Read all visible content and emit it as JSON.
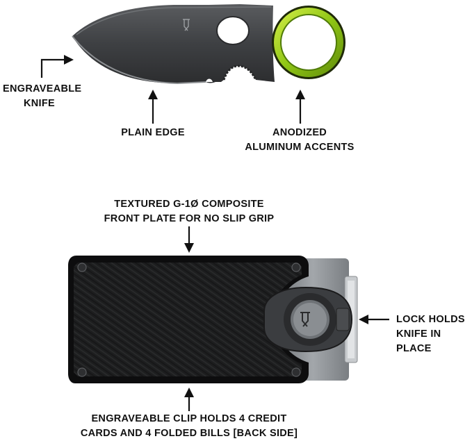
{
  "labels": {
    "engraveable_knife": [
      "ENGRAVEABLE",
      "KNIFE"
    ],
    "plain_edge": "PLAIN EDGE",
    "anodized": [
      "ANODIZED",
      "ALUMINUM ACCENTS"
    ],
    "textured": [
      "TEXTURED G-1Ø COMPOSITE",
      "FRONT PLATE FOR NO SLIP GRIP"
    ],
    "lock": [
      "LOCK HOLDS",
      "KNIFE IN",
      "PLACE"
    ],
    "clip": [
      "ENGRAVEABLE CLIP HOLDS 4 CREDIT",
      "CARDS AND 4 FOLDED BILLS [BACK SIDE]"
    ]
  },
  "colors": {
    "accent_green": "#a6d61e",
    "blade_dark": "#3a3b3d",
    "plate_black": "#1b1b1c",
    "metal_gray": "#8f9397"
  },
  "icons": {
    "knife_logo": "gerber-logo-icon",
    "lock_logo": "gerber-logo-icon"
  }
}
